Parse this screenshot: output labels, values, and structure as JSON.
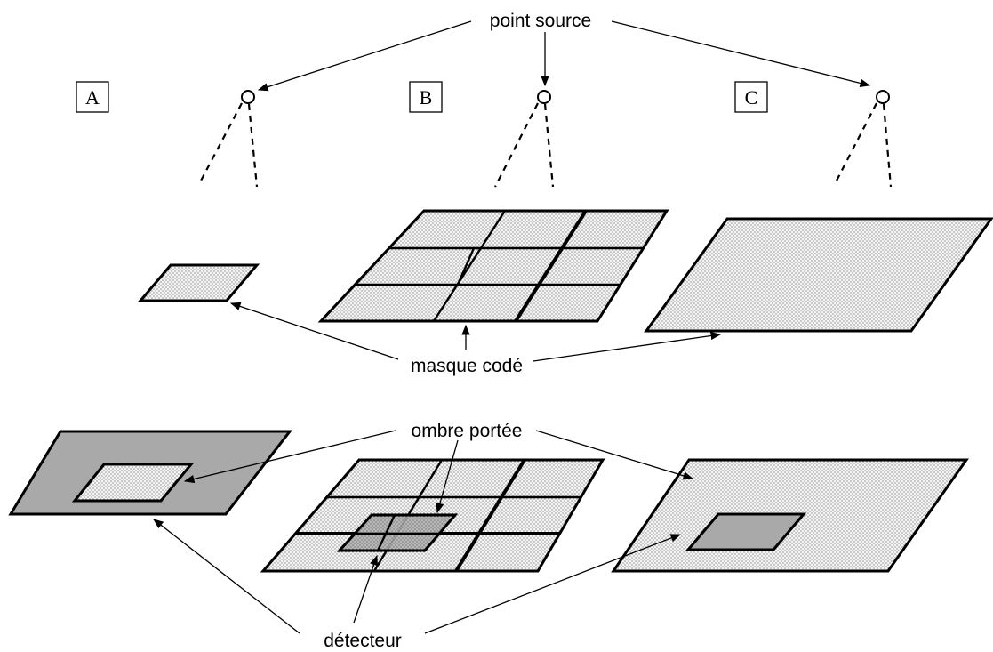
{
  "labels": {
    "point_source": "point source",
    "masque_code": "masque codé",
    "ombre_portee": "ombre portée",
    "detecteur": "détecteur"
  },
  "panels": [
    {
      "letter": "A"
    },
    {
      "letter": "B"
    },
    {
      "letter": "C"
    }
  ],
  "colors": {
    "dotted_fill": "#efefef",
    "shadow_fill": "#a9a9a9",
    "line": "#000000"
  }
}
